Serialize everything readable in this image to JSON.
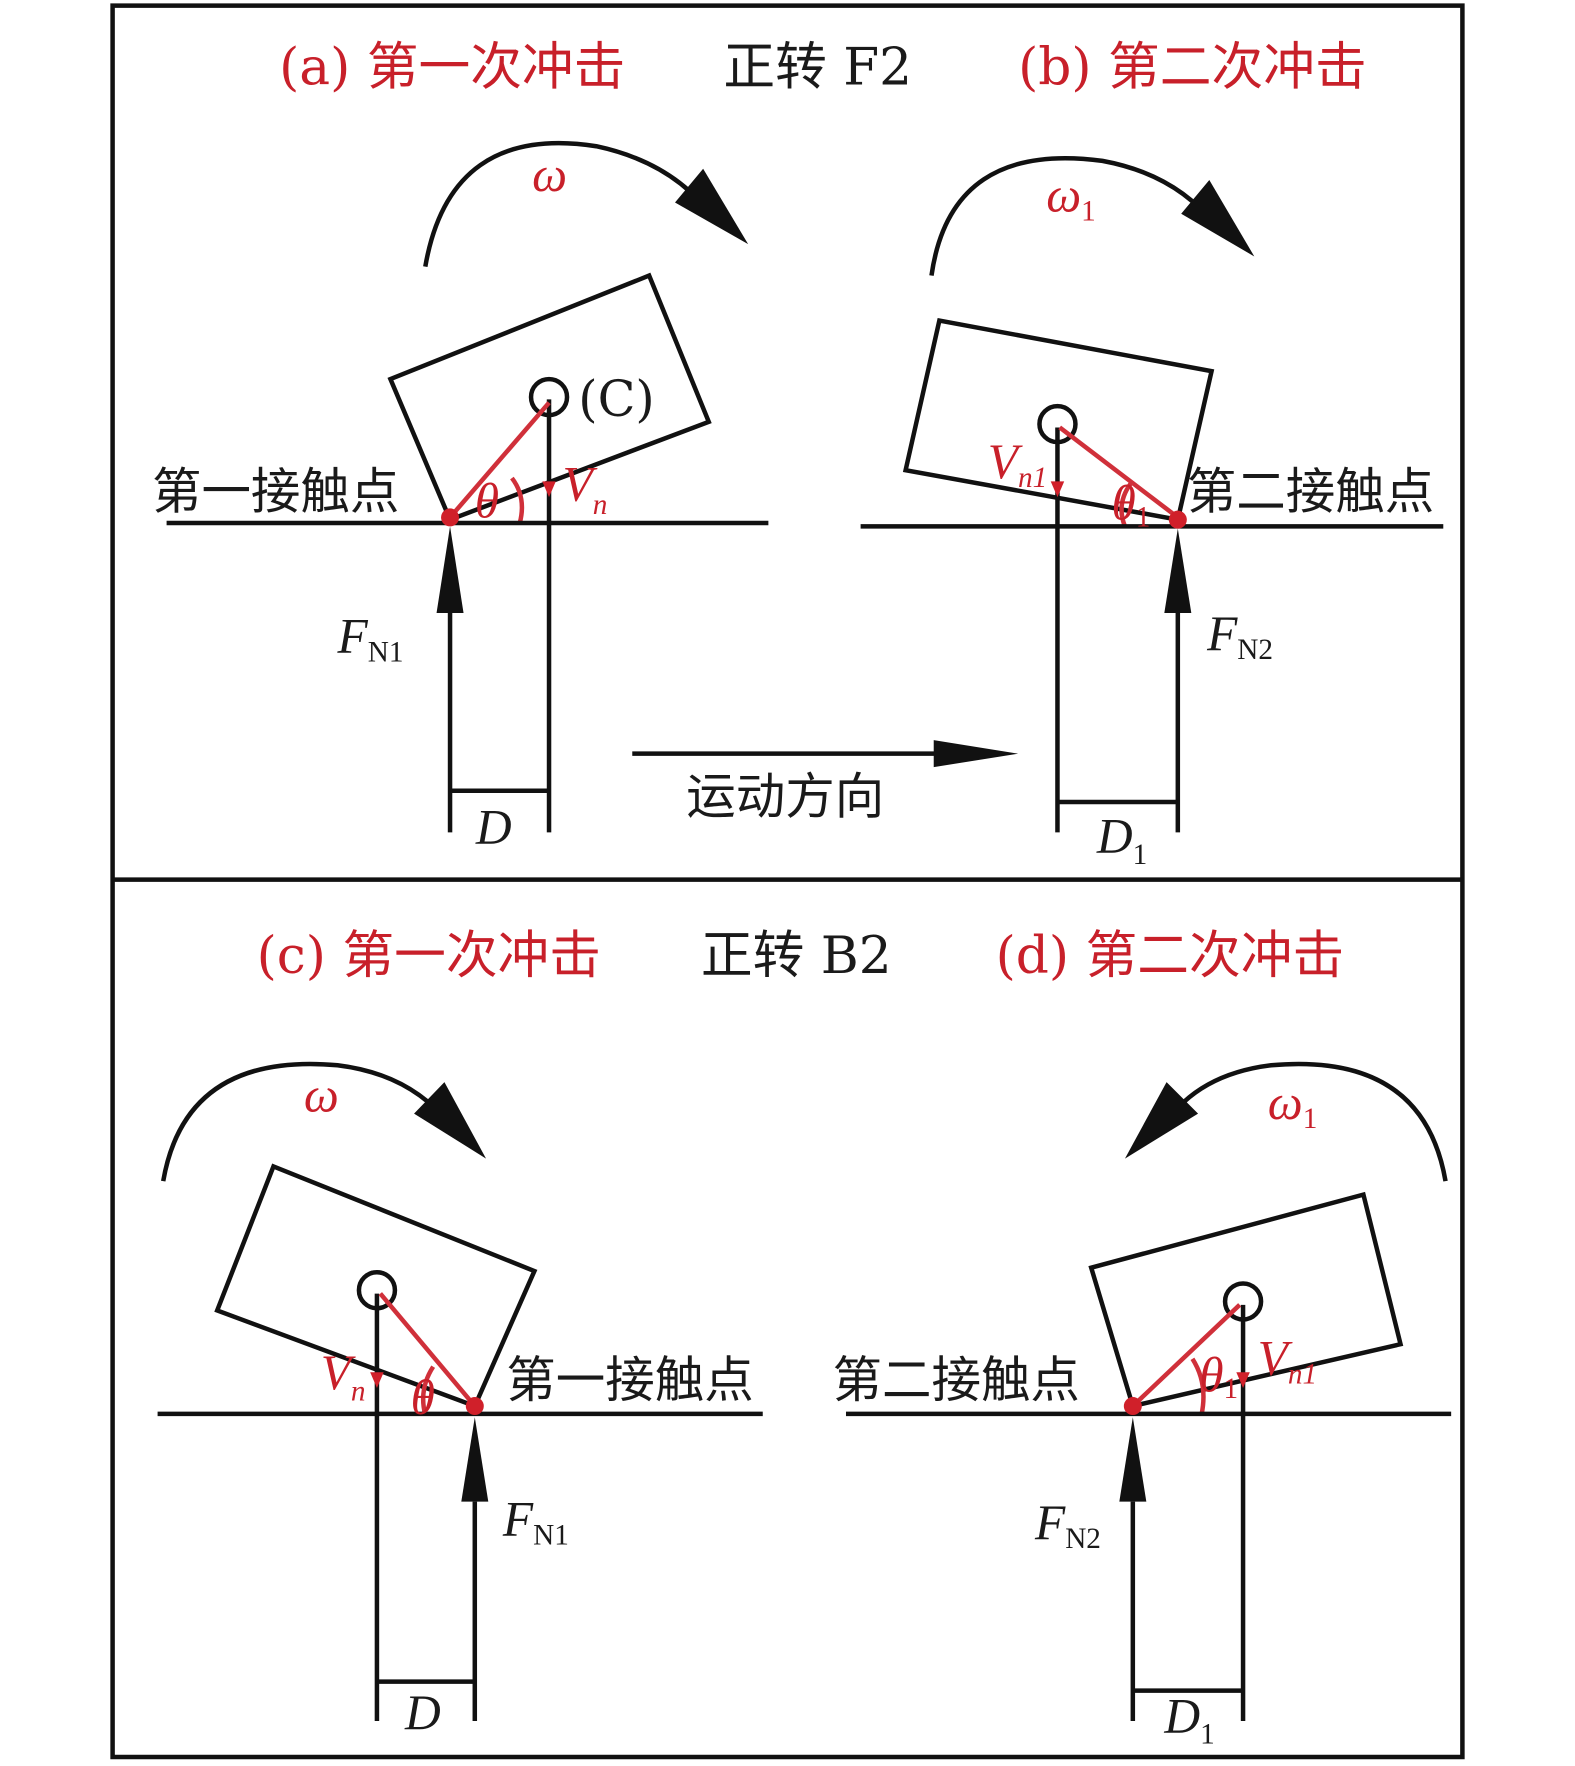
{
  "panel_top": {
    "title_a": "(a) 第一次冲击",
    "title_mid": "正转 F2",
    "title_b": "(b) 第二次冲击",
    "omega": "ω",
    "omega1": "ω",
    "omega1_sub": "1",
    "center_label": "(C)",
    "contact1": "第一接触点",
    "contact2": "第二接触点",
    "theta": "θ",
    "theta1": "θ",
    "theta1_sub": "1",
    "vn": "V",
    "vn_sub": "n",
    "vn1": "V",
    "vn1_sub": "n1",
    "fn1": "F",
    "fn1_sub": "N1",
    "fn2": "F",
    "fn2_sub": "N2",
    "d": "D",
    "d1": "D",
    "d1_sub": "1",
    "motion": "运动方向"
  },
  "panel_bottom": {
    "title_c": "(c) 第一次冲击",
    "title_mid": "正转 B2",
    "title_d": "(d) 第二次冲击",
    "omega": "ω",
    "omega1": "ω",
    "omega1_sub": "1",
    "contact1": "第一接触点",
    "contact2": "第二接触点",
    "theta": "θ",
    "theta1": "θ",
    "theta1_sub": "1",
    "vn": "V",
    "vn_sub": "n",
    "vn1": "V",
    "vn1_sub": "n1",
    "fn1": "F",
    "fn1_sub": "N1",
    "fn2": "F",
    "fn2_sub": "N2",
    "d": "D",
    "d1": "D",
    "d1_sub": "1"
  },
  "colors": {
    "accent": "#c8202a",
    "line": "#111111"
  }
}
